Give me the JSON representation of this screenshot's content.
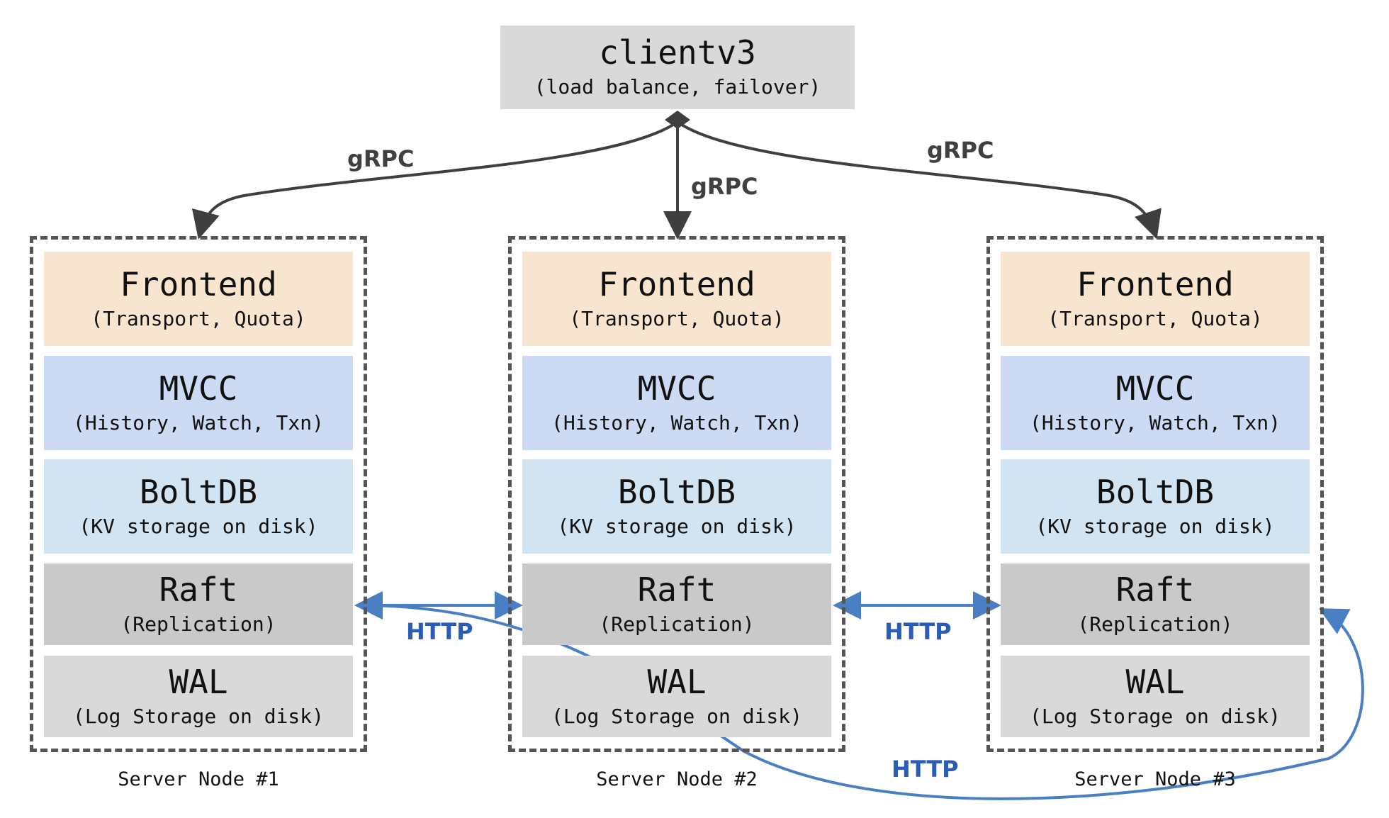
{
  "client": {
    "title": "clientv3",
    "subtitle": "(load balance, failover)"
  },
  "nodes": [
    {
      "label": "Server Node #1",
      "layers": [
        {
          "title": "Frontend",
          "subtitle": "(Transport, Quota)"
        },
        {
          "title": "MVCC",
          "subtitle": "(History, Watch, Txn)"
        },
        {
          "title": "BoltDB",
          "subtitle": "(KV storage on disk)"
        },
        {
          "title": "Raft",
          "subtitle": "(Replication)"
        },
        {
          "title": "WAL",
          "subtitle": "(Log Storage on disk)"
        }
      ]
    },
    {
      "label": "Server Node #2",
      "layers": [
        {
          "title": "Frontend",
          "subtitle": "(Transport, Quota)"
        },
        {
          "title": "MVCC",
          "subtitle": "(History, Watch, Txn)"
        },
        {
          "title": "BoltDB",
          "subtitle": "(KV storage on disk)"
        },
        {
          "title": "Raft",
          "subtitle": "(Replication)"
        },
        {
          "title": "WAL",
          "subtitle": "(Log Storage on disk)"
        }
      ]
    },
    {
      "label": "Server Node #3",
      "layers": [
        {
          "title": "Frontend",
          "subtitle": "(Transport, Quota)"
        },
        {
          "title": "MVCC",
          "subtitle": "(History, Watch, Txn)"
        },
        {
          "title": "BoltDB",
          "subtitle": "(KV storage on disk)"
        },
        {
          "title": "Raft",
          "subtitle": "(Replication)"
        },
        {
          "title": "WAL",
          "subtitle": "(Log Storage on disk)"
        }
      ]
    }
  ],
  "connections": {
    "grpc_left": "gRPC",
    "grpc_middle": "gRPC",
    "grpc_right": "gRPC",
    "http_1_2": "HTTP",
    "http_2_3": "HTTP",
    "http_1_3": "HTTP"
  },
  "colors": {
    "client": "#d9d9d9",
    "frontend": "#f8e5cf",
    "mvcc": "#ccdaf3",
    "boltdb": "#d2e3f2",
    "raft": "#c9c9c9",
    "wal": "#d9d9d9",
    "grpc_arrow": "#3f3f3f",
    "http_arrow": "#4a7fc4",
    "grpc_text": "#404040",
    "http_text": "#2a5db8"
  }
}
